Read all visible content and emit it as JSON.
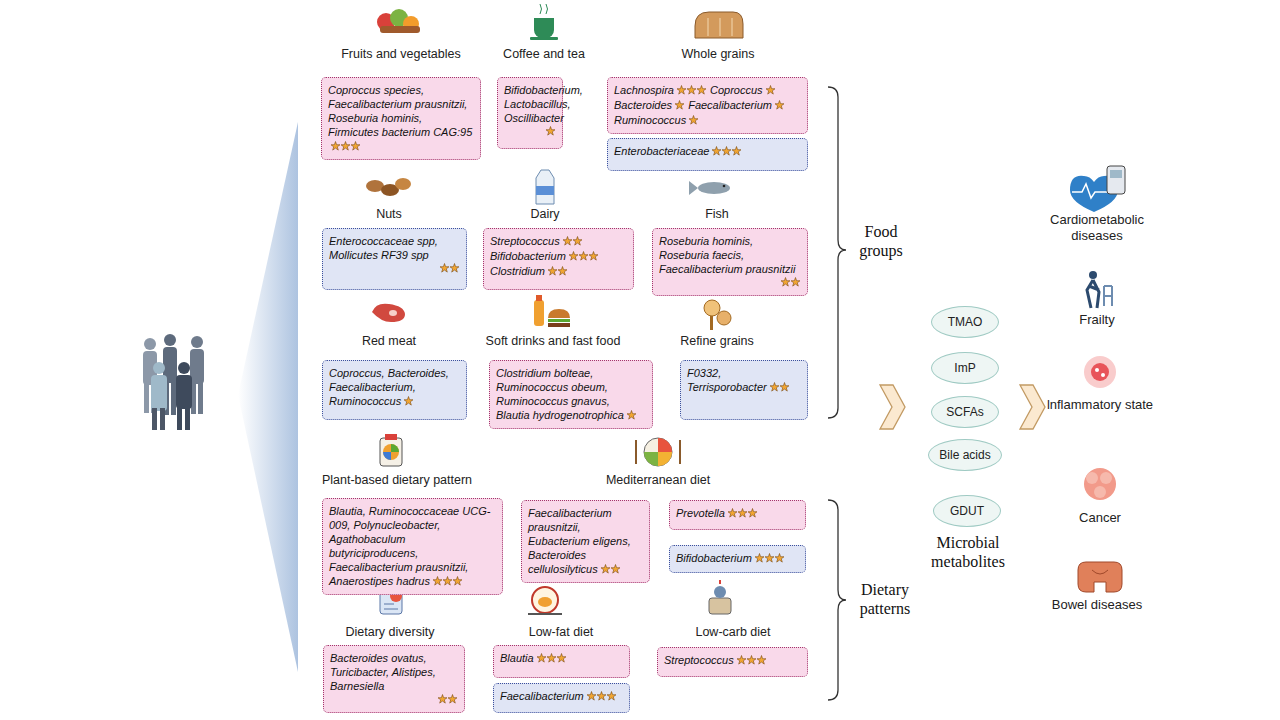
{
  "diagram": {
    "nodes": [
      {
        "text": [
          "Coproccus species, Faecalibacterium prausnitzii, Roseburia hominis, Firmicutes bacterium CAG:95"
        ]
      },
      {
        "text": [
          "Bifidobacterium, Lactobacillus, Oscillibacter"
        ]
      },
      {
        "text": [
          "Lachnospira",
          "Coproccus",
          "Bacteroides",
          "Faecalibacterium",
          "Ruminococcus"
        ]
      },
      {
        "text": [
          "Enterobacteriaceae"
        ]
      },
      {
        "text": [
          "Enterococcaceae spp, Mollicutes RF39 spp"
        ]
      },
      {
        "text": [
          "Streptococcus",
          "Bifidobacterium",
          "Clostridium"
        ]
      },
      {
        "text": [
          "Roseburia hominis, Roseburia faecis, Faecalibacterium prausnitzii"
        ]
      },
      {
        "text": [
          "Coproccus, Bacteroides, Faecalibacterium, Ruminococcus"
        ]
      },
      {
        "text": [
          "Clostridium bolteae, Ruminococcus obeum, Ruminococcus gnavus, Blautia hydrogenotrophica"
        ]
      },
      {
        "text": [
          "F0332, Terrisporobacter"
        ]
      },
      {
        "text": [
          "Blautia, Ruminococcaceae UCG-009, Polynucleobacter, Agathobaculum butyriciproducens, Faecalibacterium prausnitzii, Anaerostipes hadrus"
        ]
      },
      {
        "text": [
          "Faecalibacterium prausnitzii, Eubacterium eligens, Bacteroides cellulosilyticus"
        ]
      },
      {
        "text": [
          "Prevotella"
        ]
      },
      {
        "text": [
          "Bifidobacterium"
        ]
      },
      {
        "text": [
          "Bacteroides ovatus, Turicibacter, Alistipes, Barnesiella"
        ]
      },
      {
        "text": [
          "Blautia"
        ]
      },
      {
        "text": [
          "Faecalibacterium"
        ]
      },
      {
        "text": [
          "Streptococcus"
        ]
      },
      {
        "text": [
          "TMAO"
        ]
      },
      {
        "text": [
          "ImP"
        ]
      },
      {
        "text": [
          "SCFAs"
        ]
      },
      {
        "text": [
          "Bile acids"
        ]
      },
      {
        "text": [
          "GDUT"
        ]
      }
    ],
    "labels": [
      "Fruits and vegetables",
      "Coffee and tea",
      "Whole grains",
      "Nuts",
      "Dairy",
      "Fish",
      "Red meat",
      "Soft drinks and fast food",
      "Refine grains",
      "Plant-based dietary pattern",
      "Mediterranean diet",
      "Dietary diversity",
      "Low-fat diet",
      "Low-carb diet",
      "Food groups",
      "Dietary patterns",
      "Microbial metabolites",
      "Cardiometabolic diseases",
      "Frailty",
      "lnflammatory state",
      "Cancer",
      "Bowel diseases"
    ]
  }
}
